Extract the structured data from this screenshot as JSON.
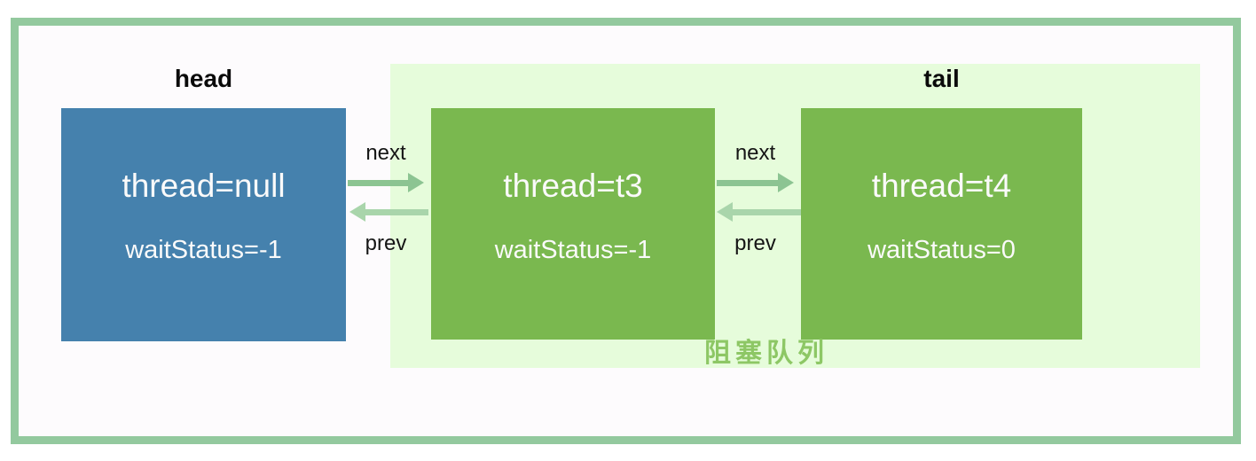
{
  "diagram": {
    "pointers": {
      "head": "head",
      "tail": "tail"
    },
    "nodes": [
      {
        "name": "head-node",
        "thread": "thread=null",
        "wait_status": "waitStatus=-1"
      },
      {
        "name": "queue-node-t3",
        "thread": "thread=t3",
        "wait_status": "waitStatus=-1"
      },
      {
        "name": "queue-node-t4",
        "thread": "thread=t4",
        "wait_status": "waitStatus=0"
      }
    ],
    "links": [
      {
        "next_label": "next",
        "prev_label": "prev"
      },
      {
        "next_label": "next",
        "prev_label": "prev"
      }
    ],
    "queue_region": {
      "label": "阻塞队列"
    },
    "colors": {
      "frame_border": "#93c99e",
      "inner_background": "#fdfbfd",
      "queue_region_background": "#e6fcdb",
      "head_node": "#4581ad",
      "queue_node": "#7ab84f",
      "next_arrow": "#8cc492",
      "prev_arrow": "#a9d5ab",
      "queue_label_text": "#8dc765",
      "node_text": "#fafafa",
      "label_text": "#0a0a0a"
    }
  }
}
